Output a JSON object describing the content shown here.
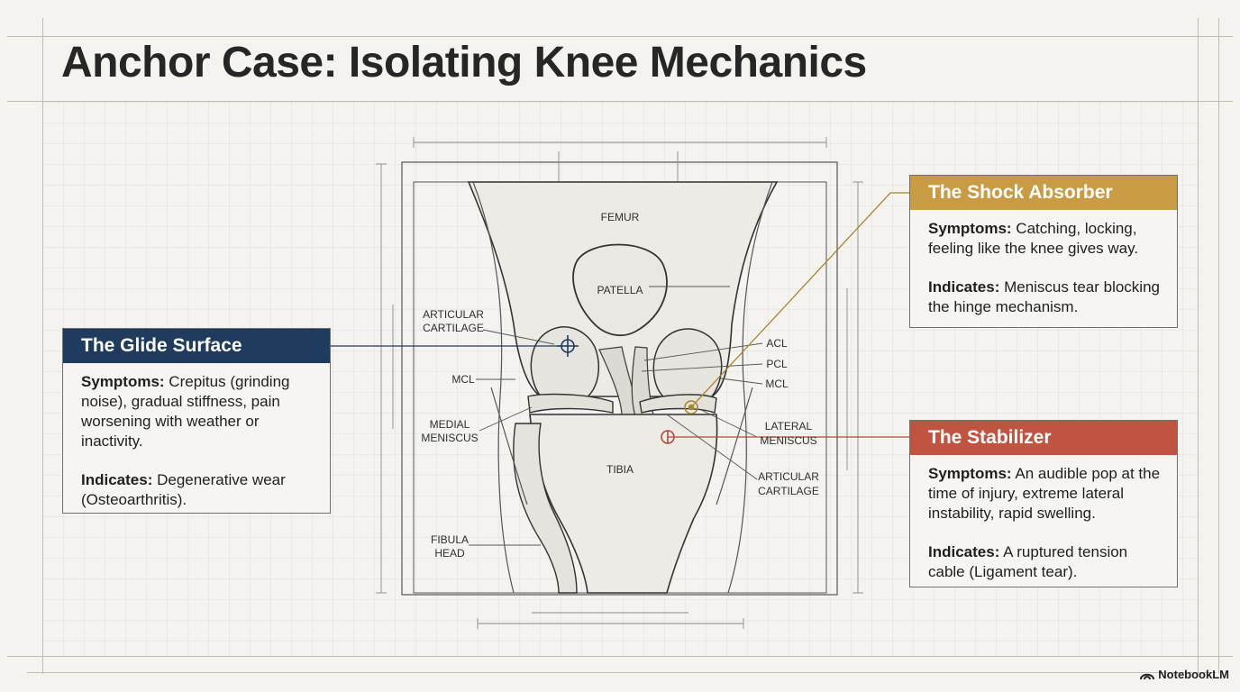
{
  "title": "Anchor Case: Isolating Knee Mechanics",
  "diagram": {
    "labels": {
      "femur": "FEMUR",
      "patella": "PATELLA",
      "articular_cartilage_left_1": "ARTICULAR",
      "articular_cartilage_left_2": "CARTILAGE",
      "mcl_left": "MCL",
      "medial_meniscus_1": "MEDIAL",
      "medial_meniscus_2": "MENISCUS",
      "fibula_head_1": "FIBULA",
      "fibula_head_2": "HEAD",
      "tibia": "TIBIA",
      "acl": "ACL",
      "pcl": "PCL",
      "mcl_right": "MCL",
      "lateral_meniscus_1": "LATERAL",
      "lateral_meniscus_2": "MENISCUS",
      "articular_cartilage_right_1": "ARTICULAR",
      "articular_cartilage_right_2": "CARTILAGE"
    }
  },
  "cards": {
    "glide": {
      "title": "The Glide Surface",
      "color": "#1f3c5e",
      "symptoms_label": "Symptoms:",
      "symptoms_text": " Crepitus (grinding noise), gradual stiffness, pain worsening with weather or inactivity.",
      "indicates_label": "Indicates:",
      "indicates_text": " Degenerative wear (Osteoarthritis)."
    },
    "shock": {
      "title": "The Shock Absorber",
      "color": "#c99b43",
      "symptoms_label": "Symptoms:",
      "symptoms_text": " Catching, locking, feeling like the knee gives way.",
      "indicates_label": "Indicates:",
      "indicates_text": " Meniscus tear blocking the hinge mechanism."
    },
    "stabilizer": {
      "title": "The Stabilizer",
      "color": "#c05440",
      "symptoms_label": "Symptoms:",
      "symptoms_text": " An audible pop at the time of injury, extreme lateral instability, rapid swelling.",
      "indicates_label": "Indicates:",
      "indicates_text": " A ruptured tension cable (Ligament tear)."
    }
  },
  "watermark": {
    "text": "NotebookLM",
    "icon": "notebooklm-logo-icon"
  }
}
